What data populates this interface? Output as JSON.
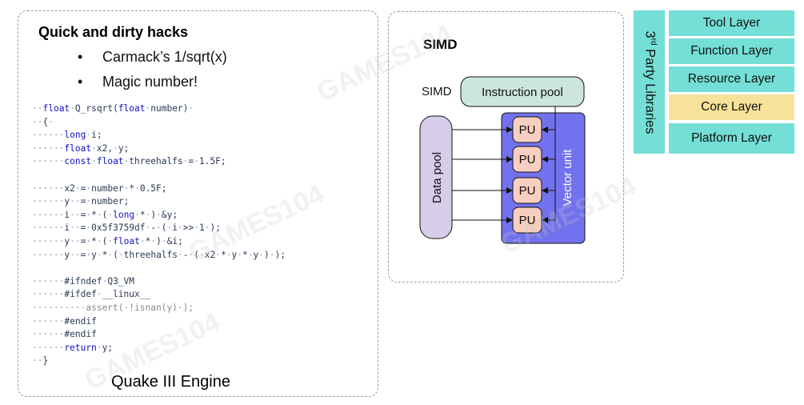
{
  "left_panel": {
    "title": "Quick and dirty hacks",
    "bullets": [
      "Carmack’s 1/sqrt(x)",
      "Magic number!"
    ],
    "caption": "Quake III Engine",
    "code_lines": [
      [
        {
          "t": "··",
          "c": "ws"
        },
        {
          "t": "float",
          "c": "kw"
        },
        {
          "t": "·",
          "c": "ws"
        },
        {
          "t": "Q_rsqrt(",
          "c": "id"
        },
        {
          "t": "float",
          "c": "kw"
        },
        {
          "t": "·",
          "c": "ws"
        },
        {
          "t": "number)",
          "c": "id"
        },
        {
          "t": "·",
          "c": "ws"
        }
      ],
      [
        {
          "t": "··",
          "c": "ws"
        },
        {
          "t": "{",
          "c": "id"
        },
        {
          "t": "·",
          "c": "ws"
        }
      ],
      [
        {
          "t": "······",
          "c": "ws"
        },
        {
          "t": "long",
          "c": "kw"
        },
        {
          "t": "·",
          "c": "ws"
        },
        {
          "t": "i;",
          "c": "id"
        }
      ],
      [
        {
          "t": "······",
          "c": "ws"
        },
        {
          "t": "float",
          "c": "kw"
        },
        {
          "t": "·",
          "c": "ws"
        },
        {
          "t": "x2,",
          "c": "id"
        },
        {
          "t": "·",
          "c": "ws"
        },
        {
          "t": "y;",
          "c": "id"
        }
      ],
      [
        {
          "t": "······",
          "c": "ws"
        },
        {
          "t": "const",
          "c": "kw"
        },
        {
          "t": "·",
          "c": "ws"
        },
        {
          "t": "float",
          "c": "kw"
        },
        {
          "t": "·",
          "c": "ws"
        },
        {
          "t": "threehalfs",
          "c": "id"
        },
        {
          "t": "·",
          "c": "ws"
        },
        {
          "t": "=",
          "c": "id"
        },
        {
          "t": "·",
          "c": "ws"
        },
        {
          "t": "1.5F;",
          "c": "id"
        }
      ],
      [
        {
          "t": "",
          "c": "ws"
        }
      ],
      [
        {
          "t": "······",
          "c": "ws"
        },
        {
          "t": "x2",
          "c": "id"
        },
        {
          "t": "·",
          "c": "ws"
        },
        {
          "t": "=",
          "c": "id"
        },
        {
          "t": "·",
          "c": "ws"
        },
        {
          "t": "number",
          "c": "id"
        },
        {
          "t": "·",
          "c": "ws"
        },
        {
          "t": "*",
          "c": "id"
        },
        {
          "t": "·",
          "c": "ws"
        },
        {
          "t": "0.5F;",
          "c": "id"
        }
      ],
      [
        {
          "t": "······",
          "c": "ws"
        },
        {
          "t": "y",
          "c": "id"
        },
        {
          "t": "··",
          "c": "ws"
        },
        {
          "t": "=",
          "c": "id"
        },
        {
          "t": "·",
          "c": "ws"
        },
        {
          "t": "number;",
          "c": "id"
        }
      ],
      [
        {
          "t": "······",
          "c": "ws"
        },
        {
          "t": "i",
          "c": "id"
        },
        {
          "t": "··",
          "c": "ws"
        },
        {
          "t": "=",
          "c": "id"
        },
        {
          "t": "·",
          "c": "ws"
        },
        {
          "t": "*",
          "c": "id"
        },
        {
          "t": "·",
          "c": "ws"
        },
        {
          "t": "(",
          "c": "id"
        },
        {
          "t": "·",
          "c": "ws"
        },
        {
          "t": "long",
          "c": "kw"
        },
        {
          "t": "·",
          "c": "ws"
        },
        {
          "t": "*",
          "c": "id"
        },
        {
          "t": "·",
          "c": "ws"
        },
        {
          "t": ")",
          "c": "id"
        },
        {
          "t": "·",
          "c": "ws"
        },
        {
          "t": "&y;",
          "c": "id"
        }
      ],
      [
        {
          "t": "······",
          "c": "ws"
        },
        {
          "t": "i",
          "c": "id"
        },
        {
          "t": "··",
          "c": "ws"
        },
        {
          "t": "=",
          "c": "id"
        },
        {
          "t": "·",
          "c": "ws"
        },
        {
          "t": "0x5f3759df",
          "c": "id"
        },
        {
          "t": "·",
          "c": "ws"
        },
        {
          "t": "-",
          "c": "id"
        },
        {
          "t": "·",
          "c": "ws"
        },
        {
          "t": "(",
          "c": "id"
        },
        {
          "t": "·",
          "c": "ws"
        },
        {
          "t": "i",
          "c": "id"
        },
        {
          "t": "·",
          "c": "ws"
        },
        {
          "t": ">>",
          "c": "id"
        },
        {
          "t": "·",
          "c": "ws"
        },
        {
          "t": "1",
          "c": "id"
        },
        {
          "t": "·",
          "c": "ws"
        },
        {
          "t": ");",
          "c": "id"
        }
      ],
      [
        {
          "t": "······",
          "c": "ws"
        },
        {
          "t": "y",
          "c": "id"
        },
        {
          "t": "··",
          "c": "ws"
        },
        {
          "t": "=",
          "c": "id"
        },
        {
          "t": "·",
          "c": "ws"
        },
        {
          "t": "*",
          "c": "id"
        },
        {
          "t": "·",
          "c": "ws"
        },
        {
          "t": "(",
          "c": "id"
        },
        {
          "t": "·",
          "c": "ws"
        },
        {
          "t": "float",
          "c": "kw"
        },
        {
          "t": "·",
          "c": "ws"
        },
        {
          "t": "*",
          "c": "id"
        },
        {
          "t": "·",
          "c": "ws"
        },
        {
          "t": ")",
          "c": "id"
        },
        {
          "t": "·",
          "c": "ws"
        },
        {
          "t": "&i;",
          "c": "id"
        }
      ],
      [
        {
          "t": "······",
          "c": "ws"
        },
        {
          "t": "y",
          "c": "id"
        },
        {
          "t": "··",
          "c": "ws"
        },
        {
          "t": "=",
          "c": "id"
        },
        {
          "t": "·",
          "c": "ws"
        },
        {
          "t": "y",
          "c": "id"
        },
        {
          "t": "·",
          "c": "ws"
        },
        {
          "t": "*",
          "c": "id"
        },
        {
          "t": "·",
          "c": "ws"
        },
        {
          "t": "(",
          "c": "id"
        },
        {
          "t": "·",
          "c": "ws"
        },
        {
          "t": "threehalfs",
          "c": "id"
        },
        {
          "t": "·",
          "c": "ws"
        },
        {
          "t": "-",
          "c": "id"
        },
        {
          "t": "·",
          "c": "ws"
        },
        {
          "t": "(",
          "c": "id"
        },
        {
          "t": "·",
          "c": "ws"
        },
        {
          "t": "x2",
          "c": "id"
        },
        {
          "t": "·",
          "c": "ws"
        },
        {
          "t": "*",
          "c": "id"
        },
        {
          "t": "·",
          "c": "ws"
        },
        {
          "t": "y",
          "c": "id"
        },
        {
          "t": "·",
          "c": "ws"
        },
        {
          "t": "*",
          "c": "id"
        },
        {
          "t": "·",
          "c": "ws"
        },
        {
          "t": "y",
          "c": "id"
        },
        {
          "t": "·",
          "c": "ws"
        },
        {
          "t": ")",
          "c": "id"
        },
        {
          "t": "·",
          "c": "ws"
        },
        {
          "t": ")",
          "c": "id"
        },
        {
          "t": ";",
          "c": "id"
        }
      ],
      [
        {
          "t": "",
          "c": "ws"
        }
      ],
      [
        {
          "t": "······",
          "c": "ws"
        },
        {
          "t": "#ifndef",
          "c": "id"
        },
        {
          "t": "·",
          "c": "ws"
        },
        {
          "t": "Q3_VM",
          "c": "id"
        }
      ],
      [
        {
          "t": "······",
          "c": "ws"
        },
        {
          "t": "#ifdef",
          "c": "id"
        },
        {
          "t": "·",
          "c": "ws"
        },
        {
          "t": "__linux__",
          "c": "id"
        }
      ],
      [
        {
          "t": "··········",
          "c": "ws"
        },
        {
          "t": "assert(",
          "c": "gray"
        },
        {
          "t": "·",
          "c": "ws"
        },
        {
          "t": "!isnan(y)",
          "c": "gray"
        },
        {
          "t": "·",
          "c": "ws"
        },
        {
          "t": ");",
          "c": "gray"
        }
      ],
      [
        {
          "t": "······",
          "c": "ws"
        },
        {
          "t": "#endif",
          "c": "id"
        }
      ],
      [
        {
          "t": "······",
          "c": "ws"
        },
        {
          "t": "#endif",
          "c": "id"
        }
      ],
      [
        {
          "t": "······",
          "c": "ws"
        },
        {
          "t": "return",
          "c": "kw"
        },
        {
          "t": "·",
          "c": "ws"
        },
        {
          "t": "y;",
          "c": "id"
        }
      ],
      [
        {
          "t": "··",
          "c": "ws"
        },
        {
          "t": "}",
          "c": "id"
        }
      ]
    ]
  },
  "simd_panel": {
    "title": "SIMD",
    "simd_label": "SIMD",
    "instruction_pool": "Instruction pool",
    "data_pool": "Data pool",
    "vector_unit": "Vector unit",
    "pu_labels": [
      "PU",
      "PU",
      "PU",
      "PU"
    ],
    "colors": {
      "instruction_pool": "#cce6dc",
      "data_pool": "#d7cde8",
      "vector_unit": "#7272ee",
      "pu": "#f7cfc0"
    }
  },
  "layers": {
    "third_party_label": "Party Libraries",
    "third_party_prefix": "3",
    "third_party_sup": "rd",
    "items": [
      {
        "label": "Tool Layer",
        "color": "#74dfd6"
      },
      {
        "label": "Function Layer",
        "color": "#74dfd6"
      },
      {
        "label": "Resource Layer",
        "color": "#74dfd6"
      },
      {
        "label": "Core Layer",
        "color": "#f8e299"
      },
      {
        "label": "Platform Layer",
        "color": "#74dfd6"
      }
    ]
  }
}
